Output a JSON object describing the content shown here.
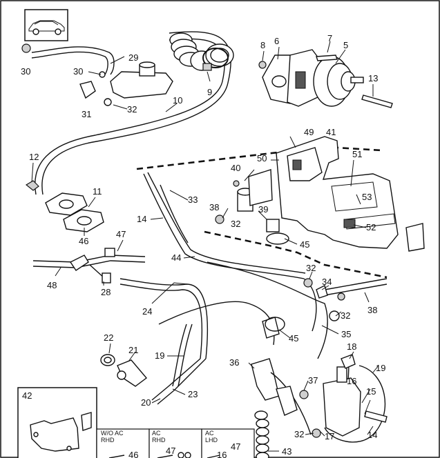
{
  "diagram": {
    "callouts": [
      "30",
      "29",
      "30",
      "31",
      "32",
      "10",
      "9",
      "8",
      "6",
      "7",
      "5",
      "13",
      "12",
      "11",
      "46",
      "49",
      "41",
      "50",
      "40",
      "51",
      "53",
      "38",
      "39",
      "32",
      "33",
      "14",
      "45",
      "52",
      "47",
      "48",
      "28",
      "24",
      "44",
      "32",
      "34",
      "32",
      "38",
      "22",
      "21",
      "45",
      "19",
      "36",
      "35",
      "18",
      "37",
      "16",
      "15",
      "19",
      "20",
      "23",
      "42",
      "17",
      "32",
      "14",
      "43",
      "47",
      "16",
      "46",
      "47"
    ],
    "inset_boxes": [
      {
        "label_line1": "W/O AC",
        "label_line2": "RHD"
      },
      {
        "label_line1": "AC",
        "label_line2": "RHD"
      },
      {
        "label_line1": "AC",
        "label_line2": "LHD"
      }
    ]
  }
}
